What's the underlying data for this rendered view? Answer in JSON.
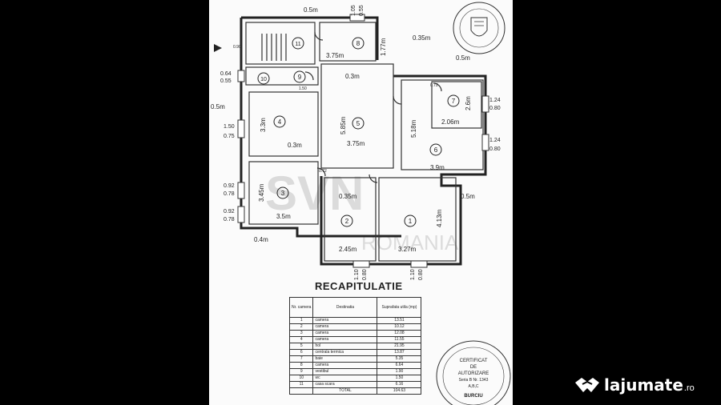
{
  "plan": {
    "dims": {
      "top_left": "0.5m",
      "top_105": "1.05",
      "top_055": "0.55",
      "right_035": "0.35m",
      "d_375_top": "3.75m",
      "d_177": "1.77m",
      "d_03_hall": "0.3m",
      "d_064": "0.64",
      "d_055l": "0.55",
      "d_05_left": "0.5m",
      "d_33": "3.3m",
      "d_150": "1.50",
      "d_075": "0.75",
      "d_03_r4": "0.3m",
      "d_585": "5.85m",
      "d_375_mid": "3.75m",
      "d_518": "5.18m",
      "d_05_r7": "0.5m",
      "d_26": "2.6m",
      "d_206": "2.06m",
      "d_124a": "1.24",
      "d_080a": "0.80",
      "d_124b": "1.24",
      "d_080b": "0.80",
      "d_39": "3.9m",
      "d_092a": "0.92",
      "d_078a": "0.78",
      "d_345": "3.45m",
      "d_092b": "0.92",
      "d_078b": "0.78",
      "d_35": "3.5m",
      "d_035_r2": "0.35m",
      "d_05_r1": "0.5m",
      "d_413": "4.13m",
      "d_04": "0.4m",
      "d_245": "2.45m",
      "d_327": "3.27m",
      "d_110a": "1.10",
      "d_080c": "0.80",
      "d_110b": "1.10",
      "d_080d": "0.80",
      "door_090": "0.90",
      "door_072": "0.72",
      "door_250": "1.50",
      "door_120": "0.72"
    },
    "rooms": [
      "1",
      "2",
      "3",
      "4",
      "5",
      "6",
      "7",
      "8",
      "9",
      "10",
      "11"
    ],
    "watermark": "ROMANIA"
  },
  "recap": {
    "title": "RECAPITULATIE",
    "headers": {
      "nr": "Nr. camera",
      "dest": "Destinatia",
      "supr": "Suprafata utila (mp)"
    },
    "rows": [
      {
        "nr": "1",
        "dest": "camera",
        "supr": "13.51"
      },
      {
        "nr": "2",
        "dest": "camera",
        "supr": "10.12"
      },
      {
        "nr": "3",
        "dest": "camera",
        "supr": "12.08"
      },
      {
        "nr": "4",
        "dest": "camera",
        "supr": "11.55"
      },
      {
        "nr": "5",
        "dest": "hol",
        "supr": "21.95"
      },
      {
        "nr": "6",
        "dest": "centrala termica",
        "supr": "13.87"
      },
      {
        "nr": "7",
        "dest": "baie",
        "supr": "5.35"
      },
      {
        "nr": "8",
        "dest": "camera",
        "supr": "6.64"
      },
      {
        "nr": "9",
        "dest": "vestibul",
        "supr": "1.90"
      },
      {
        "nr": "10",
        "dest": "wc",
        "supr": "1.50"
      },
      {
        "nr": "11",
        "dest": "casa scara",
        "supr": "6.16"
      }
    ],
    "total_label": "TOTAL",
    "total": "104.63"
  },
  "stamp": {
    "line1": "CERTIFICAT",
    "line2": "DE",
    "line3": "AUTORIZARE",
    "line4": "Seria B Nr. 1343",
    "line5": "A,B,C",
    "line6": "BURCIU"
  },
  "brand": {
    "name": "lajumate",
    "tld": ".ro"
  }
}
